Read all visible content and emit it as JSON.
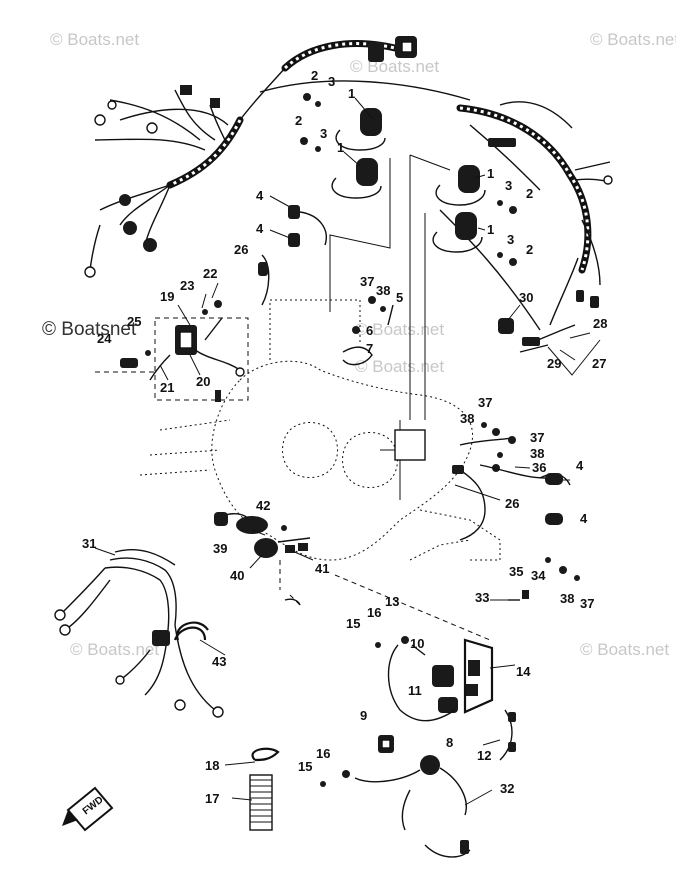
{
  "watermarks": [
    "© Boats.net",
    "© Boats.net",
    "© Boats.net",
    "© Boats.net",
    "© Boats.net",
    "© Boats.net",
    "© Boats.net",
    "© Boatsnet"
  ],
  "fwd_label": "FWD",
  "callouts": {
    "c1a": "1",
    "c1b": "1",
    "c1c": "1",
    "c1d": "1",
    "c2a": "2",
    "c2b": "2",
    "c2c": "2",
    "c2d": "2",
    "c3a": "3",
    "c3b": "3",
    "c3c": "3",
    "c3d": "3",
    "c4a": "4",
    "c4b": "4",
    "c4c": "4",
    "c4d": "4",
    "c5": "5",
    "c6": "6",
    "c7": "7",
    "c8": "8",
    "c9": "9",
    "c10": "10",
    "c11": "11",
    "c12": "12",
    "c13": "13",
    "c14": "14",
    "c15a": "15",
    "c15b": "15",
    "c16a": "16",
    "c16b": "16",
    "c17": "17",
    "c18": "18",
    "c19": "19",
    "c20": "20",
    "c21": "21",
    "c22": "22",
    "c23": "23",
    "c24": "24",
    "c25": "25",
    "c26a": "26",
    "c26b": "26",
    "c27": "27",
    "c28": "28",
    "c29": "29",
    "c30": "30",
    "c31": "31",
    "c32": "32",
    "c33": "33",
    "c34": "34",
    "c35": "35",
    "c36": "36",
    "c37a": "37",
    "c37b": "37",
    "c37c": "37",
    "c38a": "38",
    "c38b": "38",
    "c38c": "38",
    "c38d": "38",
    "c39": "39",
    "c40": "40",
    "c41": "41",
    "c42": "42",
    "c43": "43"
  }
}
